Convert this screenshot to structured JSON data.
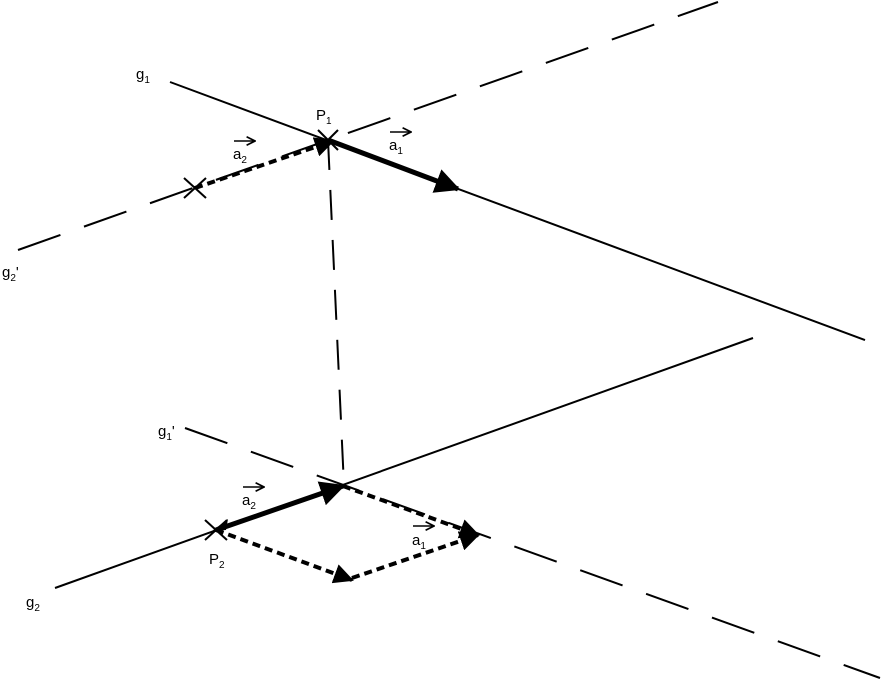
{
  "lines": {
    "g1": {
      "name": "g",
      "sub": "1",
      "prime": ""
    },
    "g2": {
      "name": "g",
      "sub": "2",
      "prime": ""
    },
    "g1_prime": {
      "name": "g",
      "sub": "1",
      "prime": "'"
    },
    "g2_prime": {
      "name": "g",
      "sub": "2",
      "prime": "'"
    }
  },
  "points": {
    "p1": {
      "name": "P",
      "sub": "1"
    },
    "p2": {
      "name": "P",
      "sub": "2"
    }
  },
  "vectors": {
    "a1_top": {
      "name": "a",
      "sub": "1"
    },
    "a2_top": {
      "name": "a",
      "sub": "2"
    },
    "a1_bottom": {
      "name": "a",
      "sub": "1"
    },
    "a2_bottom": {
      "name": "a",
      "sub": "2"
    }
  }
}
